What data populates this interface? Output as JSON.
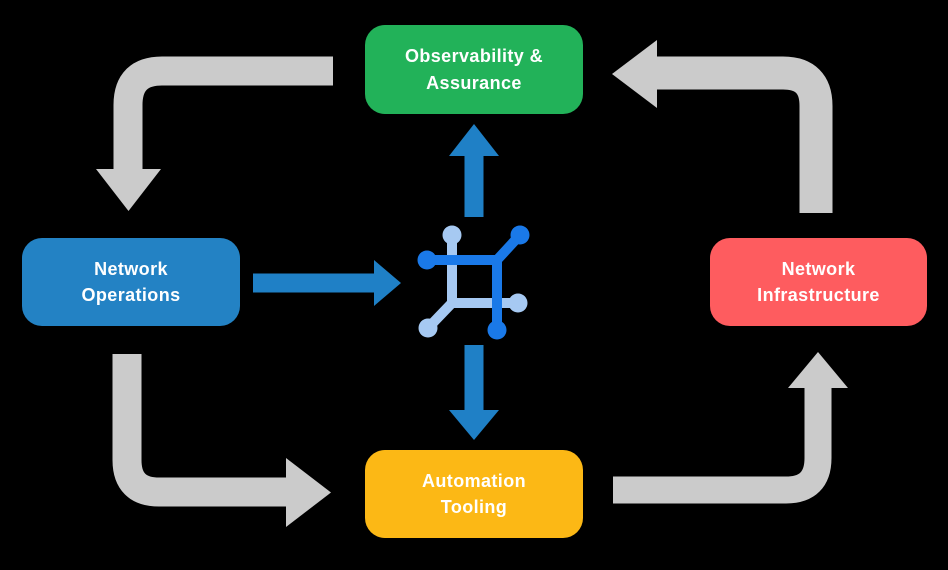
{
  "nodes": {
    "observability": {
      "label": "Observability &\nAssurance"
    },
    "operations": {
      "label": "Network\nOperations"
    },
    "infrastructure": {
      "label": "Network\nInfrastructure"
    },
    "automation": {
      "label": "Automation\nTooling"
    }
  },
  "icon": {
    "name": "network-automation-icon"
  },
  "colors": {
    "background": "#000000",
    "label_text": "#FFFFFF",
    "observability_green": "#22B259",
    "operations_blue": "#2382C4",
    "infrastructure_red": "#FE5C5F",
    "automation_yellow": "#FCB815",
    "gray_arrow": "#CBCBCB",
    "blue_arrow": "#1F80C6",
    "icon_dark_blue": "#1A79E8",
    "icon_light_blue": "#A6C9F2"
  }
}
